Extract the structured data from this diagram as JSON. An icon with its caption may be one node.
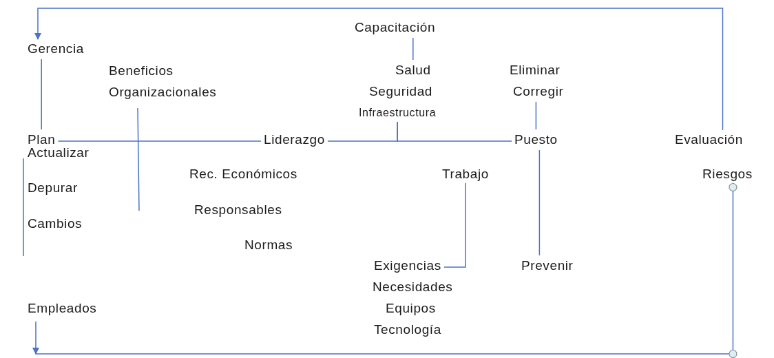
{
  "diagram": {
    "nodes": [
      {
        "text": [
          "Capacitación"
        ]
      },
      {
        "text": [
          "Gerencia"
        ]
      },
      {
        "text": [
          "Beneficios Organizacionales"
        ]
      },
      {
        "text": [
          "Salud"
        ]
      },
      {
        "text": [
          "Eliminar"
        ]
      },
      {
        "text": [
          "Seguridad"
        ]
      },
      {
        "text": [
          "Corregir"
        ]
      },
      {
        "text": [
          "Infraestructura"
        ]
      },
      {
        "text": [
          "Plan"
        ]
      },
      {
        "text": [
          "Liderazgo"
        ]
      },
      {
        "text": [
          "Puesto"
        ]
      },
      {
        "text": [
          "Evaluación"
        ]
      },
      {
        "text": [
          "Actualizar"
        ]
      },
      {
        "text": [
          "Rec. Económicos"
        ]
      },
      {
        "text": [
          "Trabajo"
        ]
      },
      {
        "text": [
          "Riesgos"
        ]
      },
      {
        "text": [
          "Depurar"
        ]
      },
      {
        "text": [
          "Responsables"
        ]
      },
      {
        "text": [
          "Cambios"
        ]
      },
      {
        "text": [
          "Normas"
        ]
      },
      {
        "text": [
          "Exigencias"
        ]
      },
      {
        "text": [
          "Prevenir"
        ]
      },
      {
        "text": [
          "Necesidades"
        ]
      },
      {
        "text": [
          "Empleados"
        ]
      },
      {
        "text": [
          "Equipos"
        ]
      },
      {
        "text": [
          "Tecnología"
        ]
      }
    ],
    "edges": [
      {
        "from": 11,
        "to": 1,
        "arrow": "to"
      },
      {
        "from": 1,
        "to": 8,
        "arrow": "none"
      },
      {
        "from": 0,
        "to": 3,
        "arrow": "none"
      },
      {
        "from": 8,
        "to": 9,
        "arrow": "none"
      },
      {
        "from": 7,
        "to": 9,
        "arrow": "none"
      },
      {
        "from": 7,
        "to": 10,
        "arrow": "none"
      },
      {
        "from": 6,
        "to": 10,
        "arrow": "none"
      },
      {
        "from": 14,
        "to": 20,
        "arrow": "none"
      },
      {
        "from": 10,
        "to": 21,
        "arrow": "none"
      },
      {
        "from": 23,
        "to": 15,
        "arrow": "to"
      }
    ]
  }
}
